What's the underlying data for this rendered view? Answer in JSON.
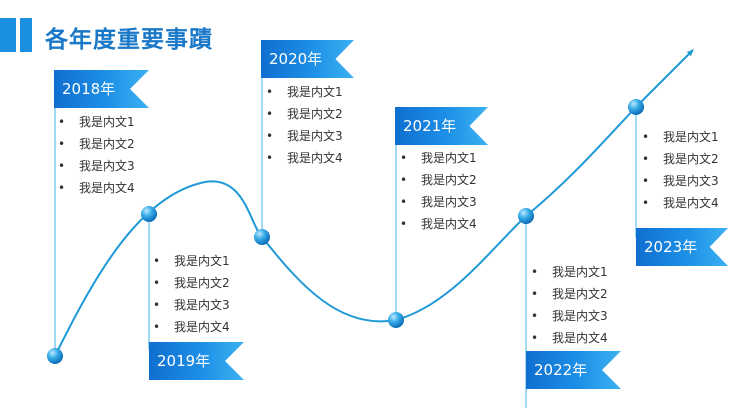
{
  "title": "各年度重要事蹟",
  "accent_color": "#1b8fe0",
  "events": [
    {
      "year": "2018年",
      "items": [
        "我是内文1",
        "我是内文2",
        "我是内文3",
        "我是内文4"
      ]
    },
    {
      "year": "2019年",
      "items": [
        "我是内文1",
        "我是内文2",
        "我是内文3",
        "我是内文4"
      ]
    },
    {
      "year": "2020年",
      "items": [
        "我是内文1",
        "我是内文2",
        "我是内文3",
        "我是内文4"
      ]
    },
    {
      "year": "2021年",
      "items": [
        "我是内文1",
        "我是内文2",
        "我是内文3",
        "我是内文4"
      ]
    },
    {
      "year": "2022年",
      "items": [
        "我是内文1",
        "我是内文2",
        "我是内文3",
        "我是内文4"
      ]
    },
    {
      "year": "2023年",
      "items": [
        "我是内文1",
        "我是内文2",
        "我是内文3",
        "我是内文4"
      ]
    }
  ]
}
